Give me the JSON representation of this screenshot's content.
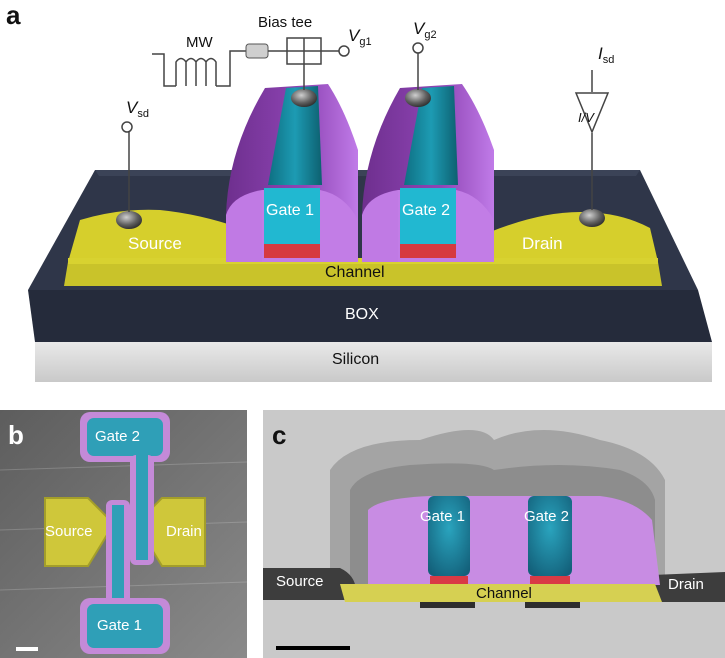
{
  "panels": {
    "a": {
      "letter": "a",
      "layers": {
        "channel": "Channel",
        "box": "BOX",
        "silicon": "Silicon",
        "source": "Source",
        "drain": "Drain",
        "gate1": "Gate 1",
        "gate2": "Gate 2"
      },
      "circuit": {
        "mw": "MW",
        "bias_tee": "Bias tee",
        "vsd": {
          "main": "V",
          "sub": "sd"
        },
        "vg1": {
          "main": "V",
          "sub": "g1"
        },
        "vg2": {
          "main": "V",
          "sub": "g2"
        },
        "isd": {
          "main": "I",
          "sub": "sd"
        },
        "amp": "I/V"
      }
    },
    "b": {
      "letter": "b",
      "gate2": "Gate 2",
      "gate1": "Gate 1",
      "source": "Source",
      "drain": "Drain"
    },
    "c": {
      "letter": "c",
      "gate1": "Gate 1",
      "gate2": "Gate 2",
      "source": "Source",
      "drain": "Drain",
      "channel": "Channel"
    }
  },
  "colors": {
    "yellow": "#d9d327",
    "purple": "#b06ad8",
    "teal": "#1aa0b8",
    "red": "#d9343c",
    "box": "#272d3e",
    "silicon": "#d8d8d8"
  }
}
